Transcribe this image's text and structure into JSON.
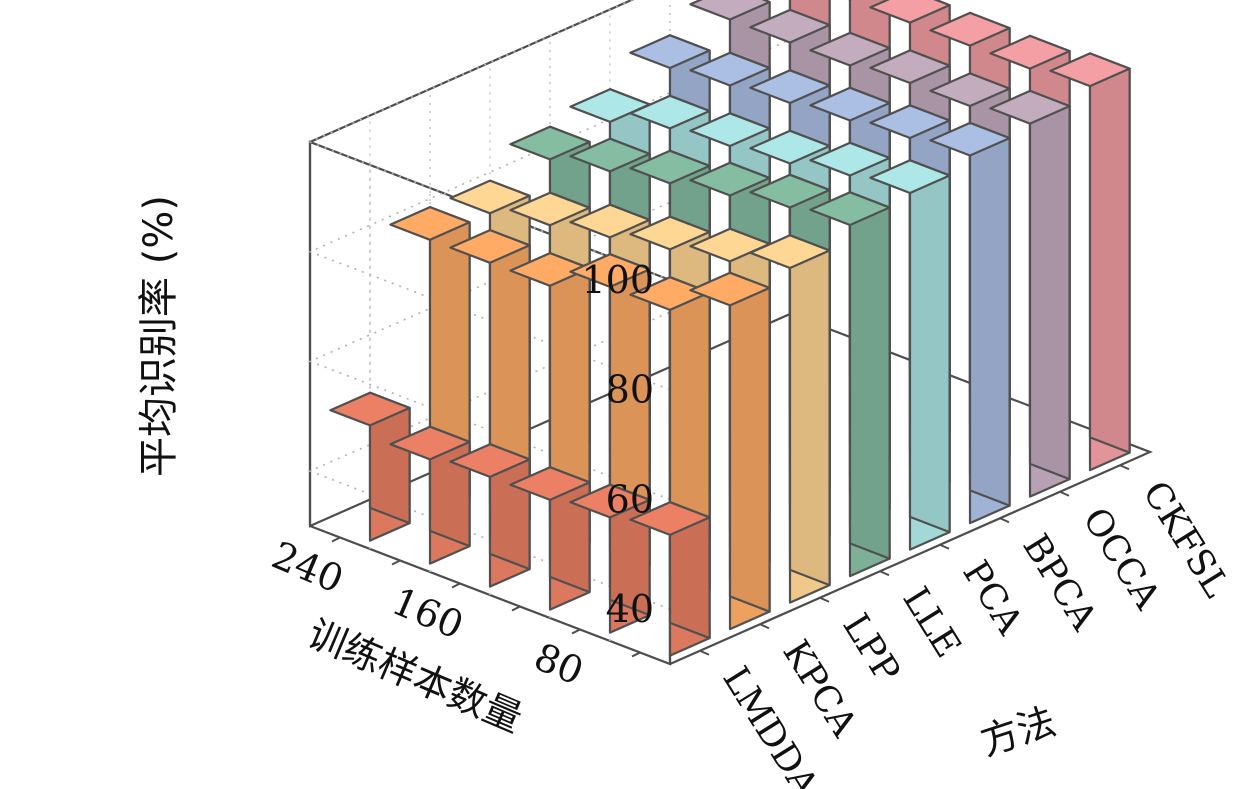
{
  "chart_data": {
    "type": "bar",
    "ylabel": "平均识别率 (%)",
    "xlabel": "训练样本数量",
    "zlabel": "方法",
    "zlim": [
      30,
      100
    ],
    "z_ticks": [
      40,
      60,
      80,
      100
    ],
    "x_tick_labels": [
      "240",
      "160",
      "80"
    ],
    "categories": [
      "240",
      "",
      "160",
      "",
      "80",
      ""
    ],
    "methods": [
      "LMDDA",
      "KPCA",
      "LPP",
      "LLE",
      "PCA",
      "BPCA",
      "OCCA",
      "CKFSL"
    ],
    "colors": [
      "#E07A5F",
      "#F3A361",
      "#F5CD8D",
      "#7FB49A",
      "#A6DCDC",
      "#A3B6DA",
      "#BBA4B6",
      "#E8979C"
    ],
    "series": [
      {
        "name": "LMDDA",
        "values": [
          52,
          51,
          50,
          50,
          49,
          51
        ]
      },
      {
        "name": "KPCA",
        "values": [
          89,
          84,
          84,
          80,
          80,
          80
        ]
      },
      {
        "name": "LPP",
        "values": [
          91,
          88,
          86,
          84,
          82,
          80
        ]
      },
      {
        "name": "LLE",
        "values": [
          94,
          93,
          91,
          89,
          87,
          85
        ]
      },
      {
        "name": "PCA",
        "values": [
          95,
          94,
          92,
          91,
          90,
          87
        ]
      },
      {
        "name": "BPCA",
        "values": [
          97,
          96,
          95,
          94,
          93,
          92
        ]
      },
      {
        "name": "OCCA",
        "values": [
          98,
          97,
          97,
          96,
          96,
          96
        ]
      },
      {
        "name": "CKFSL",
        "values": [
          100,
          99,
          99,
          99,
          99,
          99
        ]
      }
    ]
  }
}
